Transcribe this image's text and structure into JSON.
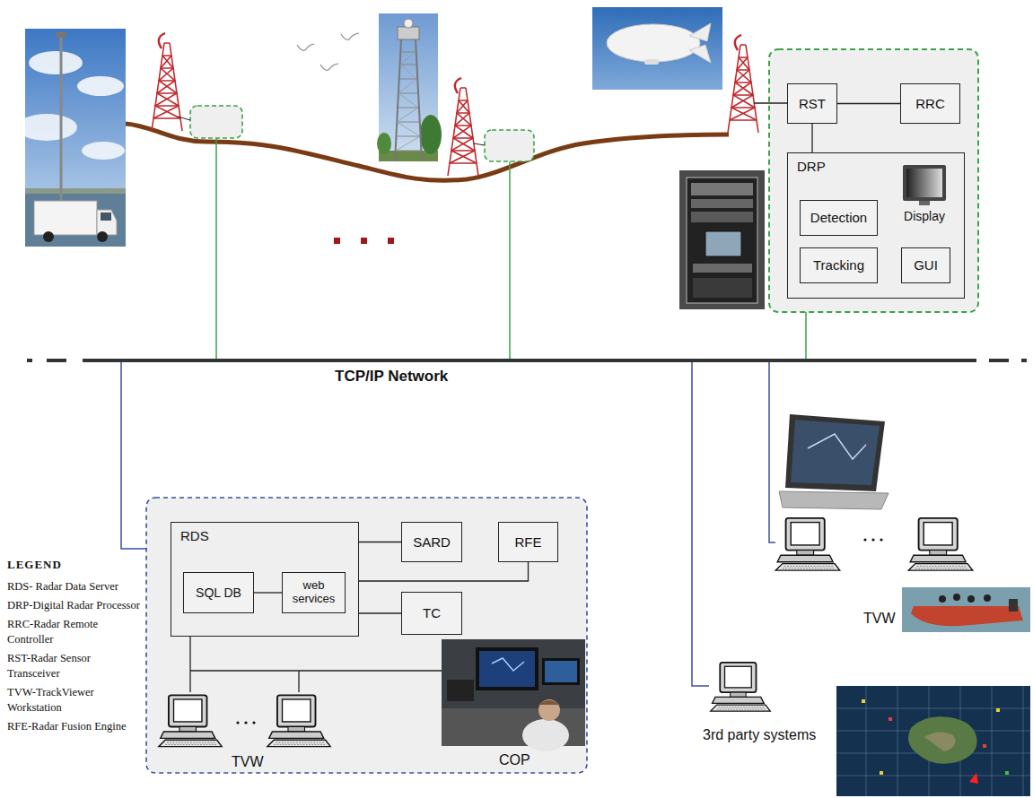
{
  "diagram": {
    "nodes": [
      {
        "text": [
          "RST"
        ]
      },
      {
        "text": [
          "RRC"
        ]
      },
      {
        "text": [
          "DRP"
        ]
      },
      {
        "text": [
          "Detection"
        ],
        "in": 2
      },
      {
        "text": [
          "Tracking"
        ],
        "in": 2
      },
      {
        "text": [
          "GUI"
        ],
        "in": 2
      },
      {
        "text": [
          "RDS"
        ]
      },
      {
        "text": [
          "SQL DB"
        ],
        "in": 6
      },
      {
        "text": [
          "web services"
        ],
        "in": 6
      },
      {
        "text": [
          "SARD"
        ]
      },
      {
        "text": [
          "RFE"
        ]
      },
      {
        "text": [
          "TC"
        ]
      }
    ],
    "edges": [
      {
        "from": 0,
        "to": 1,
        "arrow": "none"
      },
      {
        "from": 0,
        "to": 2,
        "arrow": "none"
      },
      {
        "from": 7,
        "to": 8,
        "arrow": "none"
      },
      {
        "from": 6,
        "to": 9,
        "arrow": "none"
      },
      {
        "from": 6,
        "to": 10,
        "arrow": "none"
      },
      {
        "from": 6,
        "to": 11,
        "arrow": "none"
      }
    ],
    "labels": [
      "TCP/IP Network",
      "Display",
      "TVW",
      "COP",
      "TVW",
      "3rd party systems",
      "LEGEND"
    ],
    "legend": [
      {
        "text": "RDS- Radar Data Server"
      },
      {
        "text": "DRP-Digital Radar Processor"
      },
      {
        "text": "RRC-Radar Remote Controller"
      },
      {
        "text": "RST-Radar Sensor Transceiver"
      },
      {
        "text": "TVW-TrackViewer Workstation"
      },
      {
        "text": "RFE-Radar Fusion Engine"
      }
    ]
  }
}
